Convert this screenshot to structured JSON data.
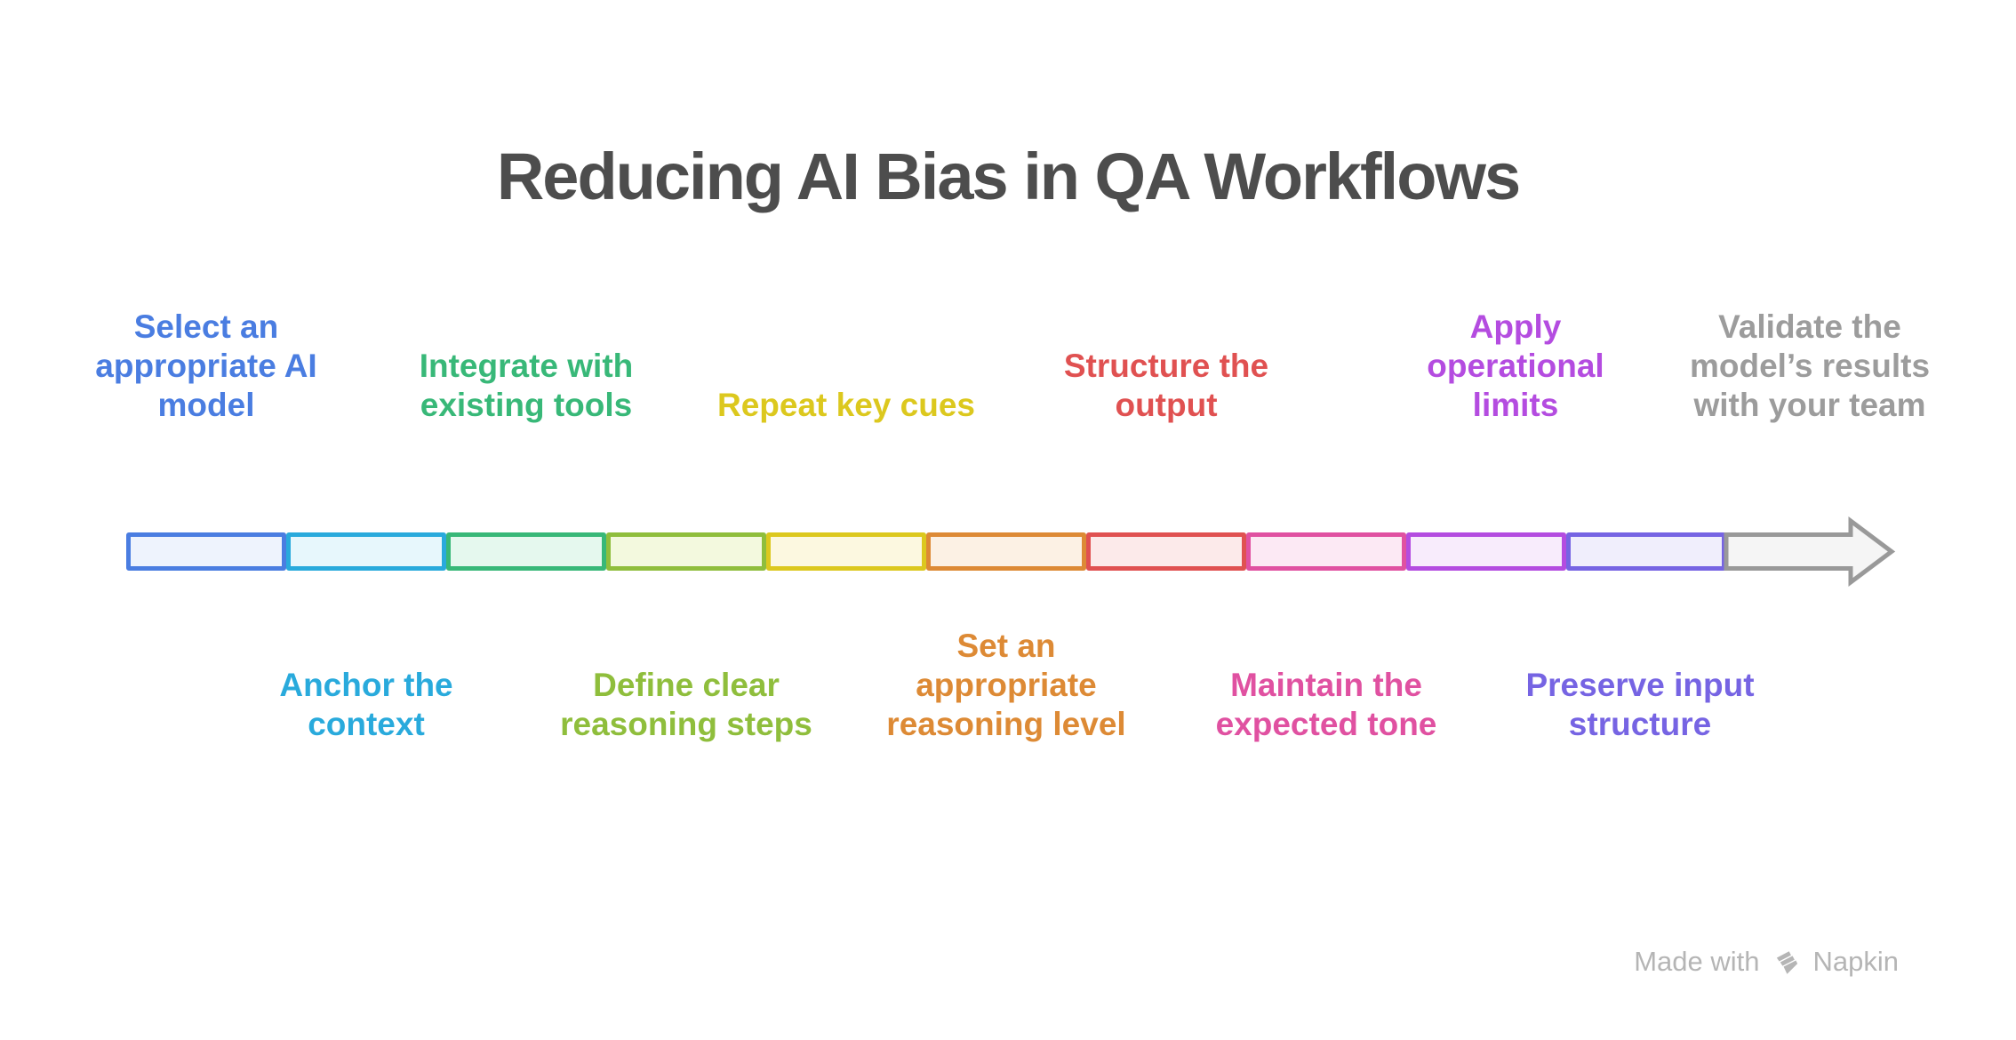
{
  "title": {
    "text": "Reducing AI Bias in QA Workflows",
    "color": "#4d4d4d"
  },
  "steps": [
    {
      "label": "Select an\nappropriate AI\nmodel",
      "side": "above",
      "color": "#4a7de1",
      "fill": "#eef3fd"
    },
    {
      "label": "Anchor the\ncontext",
      "side": "below",
      "color": "#29aadc",
      "fill": "#e7f7fc"
    },
    {
      "label": "Integrate with\nexisting tools",
      "side": "above",
      "color": "#38b878",
      "fill": "#e5f8ee"
    },
    {
      "label": "Define clear\nreasoning steps",
      "side": "below",
      "color": "#8fbe3c",
      "fill": "#f3f9de"
    },
    {
      "label": "Repeat key cues",
      "side": "above",
      "color": "#dcc81e",
      "fill": "#fcf8e0"
    },
    {
      "label": "Set an\nappropriate\nreasoning level",
      "side": "below",
      "color": "#dd8a35",
      "fill": "#fcf1e4"
    },
    {
      "label": "Structure the\noutput",
      "side": "above",
      "color": "#e05151",
      "fill": "#fceaea"
    },
    {
      "label": "Maintain the\nexpected tone",
      "side": "below",
      "color": "#e051a1",
      "fill": "#fce9f4"
    },
    {
      "label": "Apply\noperational\nlimits",
      "side": "above",
      "color": "#b44ce0",
      "fill": "#f8ecfc"
    },
    {
      "label": "Preserve input\nstructure",
      "side": "below",
      "color": "#7664e3",
      "fill": "#f0eefc"
    },
    {
      "label": "Validate the\nmodel’s results\nwith your team",
      "side": "above",
      "color": "#9c9c9c",
      "fill": "#f5f5f5"
    }
  ],
  "arrow": {
    "outline": "#999999",
    "fill": "#f5f5f5"
  },
  "watermark": {
    "made_with": "Made with",
    "brand": "Napkin",
    "color": "#b5b5b5"
  }
}
